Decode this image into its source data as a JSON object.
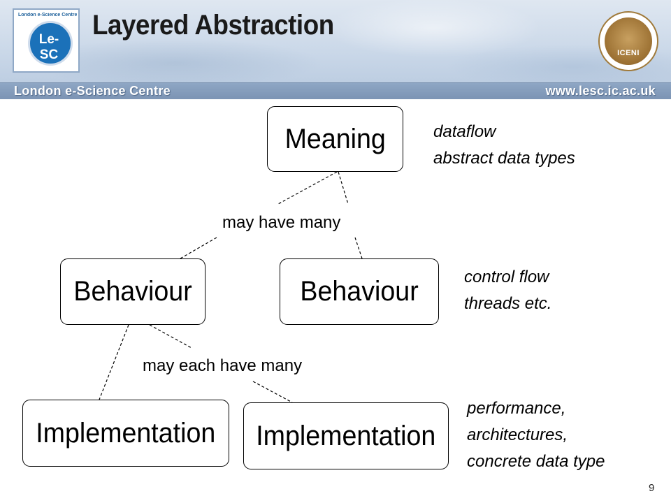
{
  "header": {
    "title": "Layered Abstraction",
    "logo_text": "Le-SC",
    "logo_ring_text": "London e-Science Centre",
    "iceni_label": "ICENI",
    "strip_left": "London e-Science Centre",
    "strip_right": "www.lesc.ic.ac.uk"
  },
  "diagram": {
    "nodes": {
      "meaning": "Meaning",
      "behaviour_left": "Behaviour",
      "behaviour_right": "Behaviour",
      "implementation_left": "Implementation",
      "implementation_right": "Implementation"
    },
    "edge_labels": {
      "meaning_to_behaviour": "may have many",
      "behaviour_to_implementation": "may each have many"
    },
    "notes": {
      "meaning": [
        "dataflow",
        "abstract data types"
      ],
      "behaviour": [
        "control flow",
        "threads etc."
      ],
      "implementation": [
        "performance,",
        "architectures,",
        "concrete data type"
      ]
    }
  },
  "footer": {
    "page_number": "9"
  },
  "colors": {
    "banner_strip": "#7b93b3",
    "node_border": "#000000",
    "text": "#000000"
  }
}
